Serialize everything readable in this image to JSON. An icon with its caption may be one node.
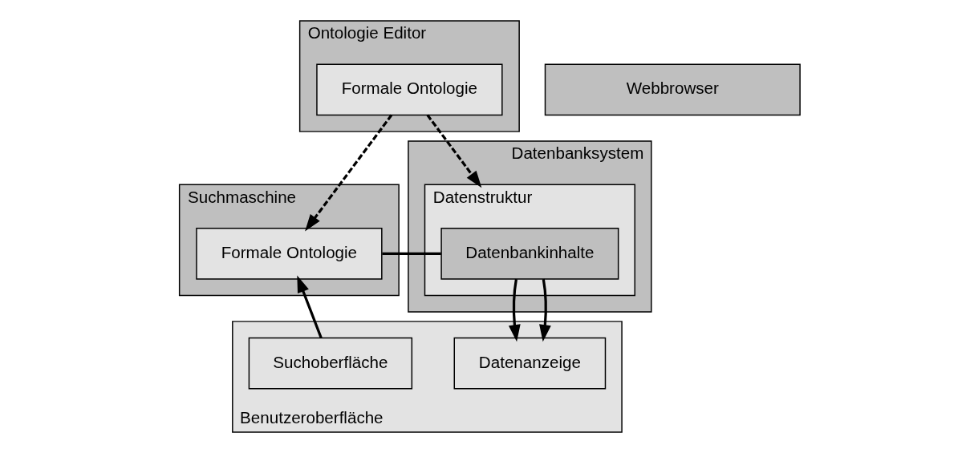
{
  "diagram": {
    "nodes": [
      {
        "text": [
          "Suchmaschine"
        ]
      },
      {
        "text": [
          "Formale Ontologie"
        ],
        "in": 0
      },
      {
        "text": [
          "Ontologie Editor"
        ]
      },
      {
        "text": [
          "Formale Ontologie"
        ],
        "in": 2
      },
      {
        "text": [
          "Datenbanksystem"
        ]
      },
      {
        "text": [
          "Datenstruktur"
        ],
        "in": 4
      },
      {
        "text": [
          "Datenbankinhalte"
        ],
        "in": 5
      },
      {
        "text": [
          "Benutzeroberfläche"
        ]
      },
      {
        "text": [
          "Datenanzeige"
        ],
        "in": 7
      },
      {
        "text": [
          "Suchoberfläche"
        ],
        "in": 7
      },
      {
        "text": [
          "Webbrowser"
        ]
      }
    ],
    "edges": [
      {
        "from": 3,
        "to": 1,
        "arrow": "to",
        "style": "dashed"
      },
      {
        "from": 3,
        "to": 5,
        "arrow": "to",
        "style": "dashed"
      },
      {
        "from": 1,
        "to": 6,
        "arrow": "none"
      },
      {
        "from": 6,
        "to": 8,
        "arrow": "to"
      },
      {
        "from": 6,
        "to": 8,
        "arrow": "to"
      },
      {
        "from": 9,
        "to": 1,
        "arrow": "to"
      }
    ]
  }
}
